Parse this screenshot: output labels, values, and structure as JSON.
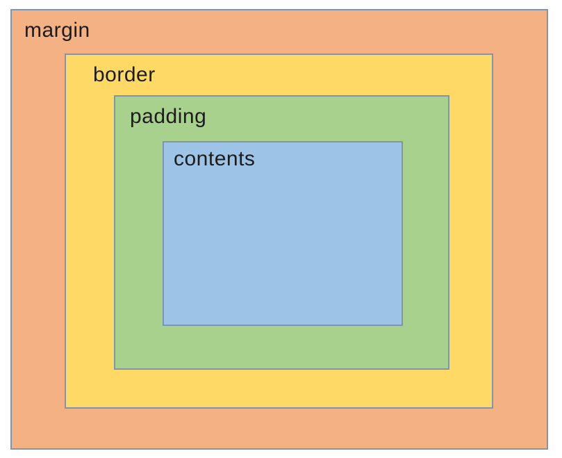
{
  "diagram": {
    "description": "Nested box-model diagram with four labeled rectangles",
    "outline_color": "#7C96B2",
    "text_color": "#1c1c1c",
    "background_color": "#ffffff",
    "boxes": {
      "margin": {
        "label": "margin",
        "fill": "#F4B183"
      },
      "border": {
        "label": "border",
        "fill": "#FFD966"
      },
      "padding": {
        "label": "padding",
        "fill": "#A9D18E"
      },
      "contents": {
        "label": "contents",
        "fill": "#9DC3E6"
      }
    }
  }
}
